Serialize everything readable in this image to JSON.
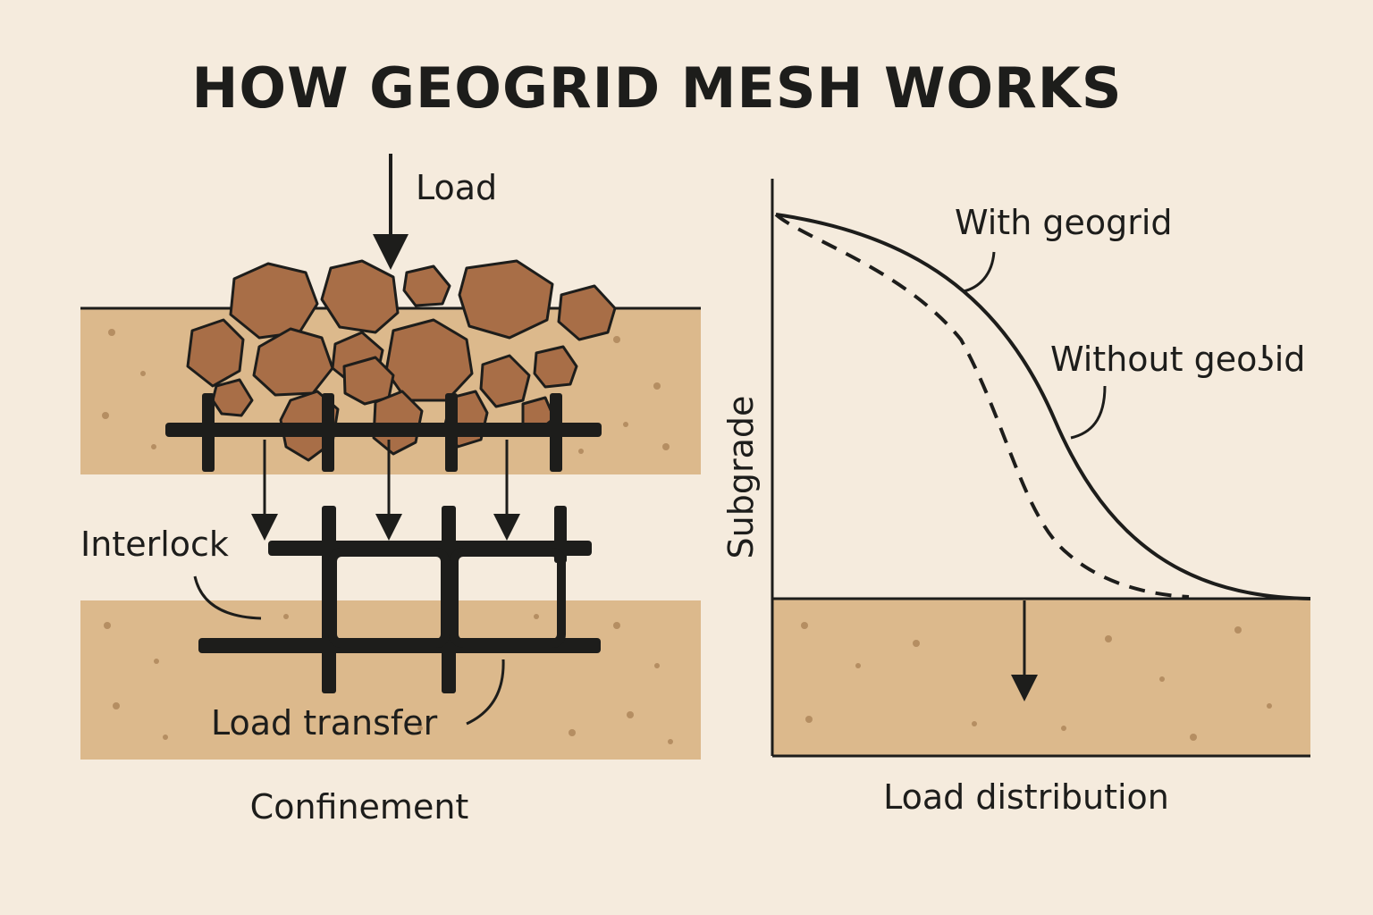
{
  "title": "HOW GEOGRID MESH WORKS",
  "left_panel": {
    "load_label": "Load",
    "interlock_label": "Interlock",
    "load_transfer_label": "Load transfer",
    "caption": "Confinement"
  },
  "right_panel": {
    "y_axis_label": "Subgrade",
    "with_geogrid_label": "With geogrid",
    "without_geogrid_label": "Without geoʖid",
    "caption": "Load distribution"
  },
  "colors": {
    "background": "#f5ebdd",
    "soil": "#dcb98c",
    "soil_speckle": "#b58e62",
    "aggregate": "#a86e47",
    "outline": "#1d1d1b",
    "geogrid": "#1d1d1b"
  }
}
